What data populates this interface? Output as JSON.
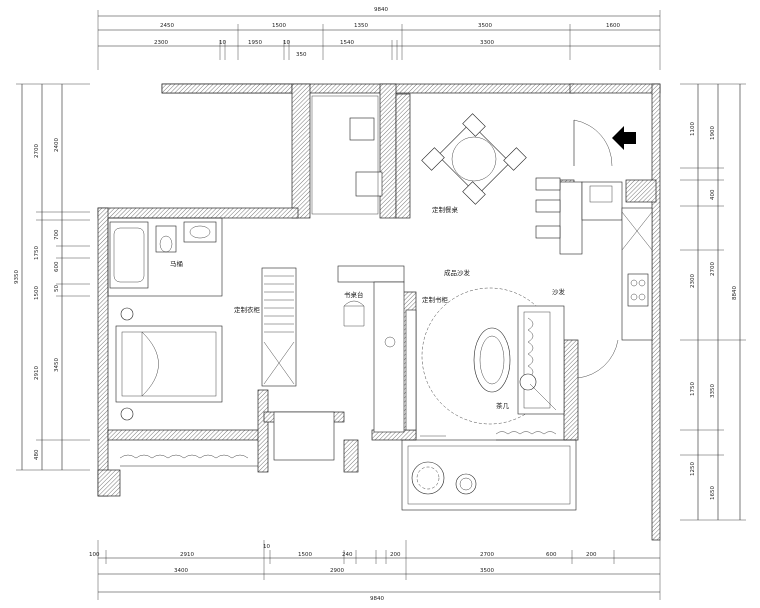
{
  "dimensions": {
    "top_total": "9840",
    "top_row1": [
      "2450",
      "1500",
      "1350",
      "3500",
      "1600"
    ],
    "top_row2": [
      "2300",
      "10",
      "1950",
      "10",
      "1540",
      "3300"
    ],
    "top_row2_small": [
      "350"
    ],
    "bottom_row1": [
      "100",
      "2910",
      "10",
      "1500",
      "240",
      "200",
      "2700",
      "600",
      "200"
    ],
    "bottom_row2": [
      "3400",
      "2900",
      "3500"
    ],
    "bottom_total": "9840",
    "left_total": "9350",
    "left_row1": [
      "2700",
      "1750",
      "1500",
      "2910",
      "480"
    ],
    "left_row2": [
      "2400",
      "700",
      "600",
      "50",
      "3450"
    ],
    "right_total": "8840",
    "right_row1": [
      "1900",
      "400",
      "2700",
      "3350",
      "1650"
    ],
    "right_row2": [
      "1100",
      "2300",
      "1750",
      "1250"
    ]
  },
  "rooms": {
    "dining": "定制餐桌",
    "toilet": "马桶",
    "wardrobe": "定制衣柜",
    "desk": "书桌台",
    "living": "成品沙发",
    "bookshelf": "定制书柜",
    "sofa": "沙发",
    "tea_table": "茶几"
  },
  "icons": {
    "entrance": "entrance-arrow-icon"
  },
  "colors": {
    "line": "#222222",
    "hatch": "#555555",
    "arrow": "#000000"
  }
}
